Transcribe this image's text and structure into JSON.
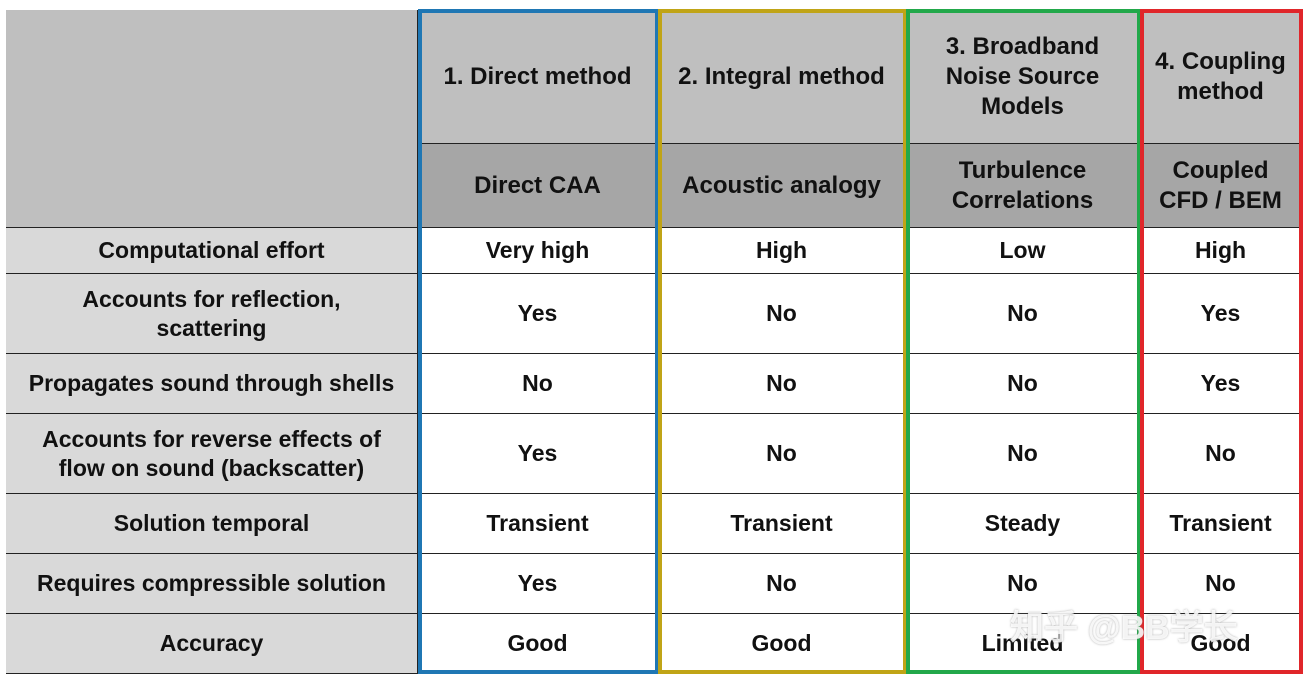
{
  "columns": [
    {
      "method": "1. Direct method",
      "approach": "Direct CAA",
      "color": "#1f77b4"
    },
    {
      "method": "2. Integral method",
      "approach": "Acoustic analogy",
      "color": "#c0a416"
    },
    {
      "method": "3. Broadband\nNoise Source\nModels",
      "approach": "Turbulence\nCorrelations",
      "color": "#22a84a"
    },
    {
      "method": "4. Coupling\nmethod",
      "approach": "Coupled\nCFD / BEM",
      "color": "#e0262a"
    }
  ],
  "rows": [
    {
      "label": "Computational effort",
      "values": [
        "Very high",
        "High",
        "Low",
        "High"
      ]
    },
    {
      "label": "Accounts for reflection,\nscattering",
      "values": [
        "Yes",
        "No",
        "No",
        "Yes"
      ]
    },
    {
      "label": "Propagates sound through shells",
      "values": [
        "No",
        "No",
        "No",
        "Yes"
      ]
    },
    {
      "label": "Accounts for reverse effects of\nflow on sound (backscatter)",
      "values": [
        "Yes",
        "No",
        "No",
        "No"
      ]
    },
    {
      "label": "Solution temporal",
      "values": [
        "Transient",
        "Transient",
        "Steady",
        "Transient"
      ]
    },
    {
      "label": "Requires compressible solution",
      "values": [
        "Yes",
        "No",
        "No",
        "No"
      ]
    },
    {
      "label": "Accuracy",
      "values": [
        "Good",
        "Good",
        "Limited",
        "Good"
      ]
    }
  ],
  "watermark": "知乎 @BB学长"
}
